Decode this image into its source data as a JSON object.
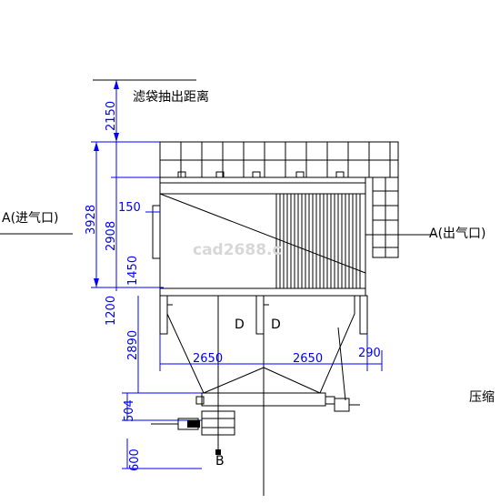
{
  "labels": {
    "bag_clearance": "滤袋抽出距离",
    "inlet": "A(进气口)",
    "outlet": "A(出气口)",
    "compress": "压缩",
    "marker_b": "B",
    "marker_d_left": "D",
    "marker_d_right": "D",
    "watermark": "cad2688.c"
  },
  "dimensions": {
    "d2150": "2150",
    "d3928": "3928",
    "d2908": "2908",
    "d150": "150",
    "d1450": "1450",
    "d1200": "1200",
    "d2890": "2890",
    "d2650_left": "2650",
    "d2650_right": "2650",
    "d290": "290",
    "d504": "504",
    "d600": "600"
  }
}
